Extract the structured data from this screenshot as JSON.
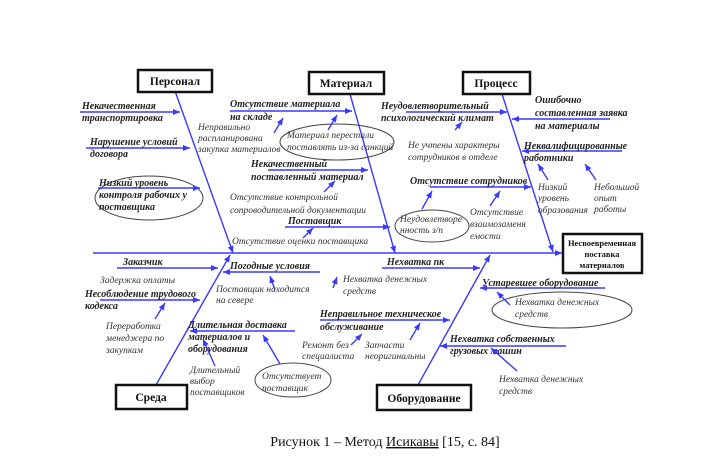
{
  "figure_caption": {
    "prefix": "Рисунок 1 – Метод ",
    "name": "Исикавы",
    "suffix": " [15, с. 84]"
  },
  "effect": [
    "Несвоевременная",
    "поставка",
    "материалов"
  ],
  "personnel": {
    "label": "Персонал",
    "causes": [
      [
        "Некачественная",
        "транспортировка"
      ],
      [
        "Нарушение условий",
        "договора"
      ],
      [
        "Низкий уровень",
        "контроля рабочих у",
        "поставщика"
      ]
    ],
    "subcauses": [
      [
        "Неправильно",
        "распланирована",
        "закупка материалов"
      ]
    ]
  },
  "material": {
    "label": "Материал",
    "causes": [
      [
        "Отсутствие материала",
        "на складе"
      ],
      [
        "Некачественный",
        "поставленный материал"
      ],
      [
        "Поставщик"
      ]
    ],
    "subcauses": [
      [
        "Материал перестали",
        "поставлять из-за санкций"
      ],
      [
        "Отсутствие контрольной",
        "сопроводительной документации"
      ],
      [
        "Отсутствие оценки поставщика"
      ]
    ]
  },
  "process": {
    "label": "Процесс",
    "causes": [
      [
        "Неудовлетворительный",
        "психологический климат"
      ],
      [
        "Ошибочно",
        "составленная заявка",
        "на материалы"
      ],
      [
        "Неквалифицированные",
        "работники"
      ],
      [
        "Отсутствие сотрудников"
      ]
    ],
    "subcauses": [
      [
        "Не учтены характеры",
        "сотрудников в отделе"
      ],
      [
        "Низкий",
        "уровень",
        "образования"
      ],
      [
        "Небольшой",
        "опыт",
        "работы"
      ],
      [
        "Неудовлетворе",
        "нность з/п"
      ],
      [
        "Отсутствие",
        "взаимозаменя",
        "емости"
      ]
    ]
  },
  "environment": {
    "label": "Среда",
    "causes": [
      [
        "Заказчик"
      ],
      [
        "Несоблюдение трудового",
        "кодекса"
      ],
      [
        "Погодные условия"
      ],
      [
        "Длительная доставка",
        "материалов и",
        "оборудования"
      ]
    ],
    "subcauses": [
      [
        "Задержка оплаты"
      ],
      [
        "Переработка",
        "менеджера по",
        "закупкам"
      ],
      [
        "Поставщик находится",
        "на севере"
      ],
      [
        "Длительный",
        "выбор",
        "поставщиков"
      ],
      [
        "Отсутствует",
        "поставщик"
      ]
    ]
  },
  "equipment": {
    "label": "Оборудование",
    "causes": [
      [
        "Нехватка пк"
      ],
      [
        "Устаревшее оборудование"
      ],
      [
        "Неправильное техническое",
        "обслуживание"
      ],
      [
        "Нехватка собственных",
        "грузовых машин"
      ]
    ],
    "subcauses": [
      [
        "Нехватка денежных",
        "средств"
      ],
      [
        "Нехватка денежных",
        "средств"
      ],
      [
        "Ремонт без",
        "специалиста"
      ],
      [
        "Запчасти",
        "неоригинальны"
      ],
      [
        "Нехватка денежных",
        "средств"
      ]
    ]
  }
}
